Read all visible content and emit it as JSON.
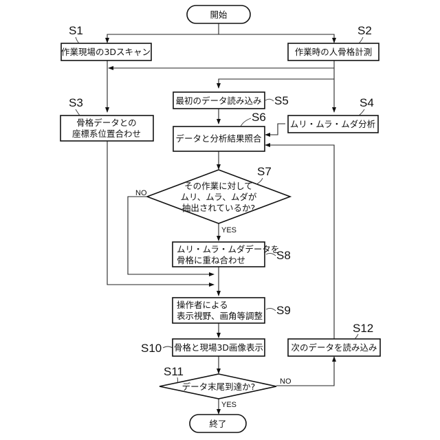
{
  "nodes": {
    "start": {
      "text": "開始"
    },
    "end": {
      "text": "終了"
    },
    "s1": {
      "label": "S1",
      "lines": [
        "作業現場の3Dスキャン"
      ]
    },
    "s2": {
      "label": "S2",
      "lines": [
        "作業時の人骨格計測"
      ]
    },
    "s3": {
      "label": "S3",
      "lines": [
        "骨格データとの",
        "座標系位置合わせ"
      ]
    },
    "s4": {
      "label": "S4",
      "lines": [
        "ムリ・ムラ・ムダ分析"
      ]
    },
    "s5": {
      "label": "S5",
      "lines": [
        "最初のデータ読み込み"
      ]
    },
    "s6": {
      "label": "S6",
      "lines": [
        "データと分析結果照合"
      ]
    },
    "s7": {
      "label": "S7",
      "lines": [
        "その作業に対して",
        "ムリ、ムラ、ムダが",
        "抽出されているか?"
      ]
    },
    "s8": {
      "label": "S8",
      "lines": [
        "ムリ・ムラ・ムダデータを",
        "骨格に重ね合わせ"
      ]
    },
    "s9": {
      "label": "S9",
      "lines": [
        "操作者による",
        "表示視野、画角等調整"
      ]
    },
    "s10": {
      "label": "S10",
      "lines": [
        "骨格と現場3D画像表示"
      ]
    },
    "s11": {
      "label": "S11",
      "lines": [
        "データ末尾到達か?"
      ]
    },
    "s12": {
      "label": "S12",
      "lines": [
        "次のデータを読み込み"
      ]
    }
  },
  "branches": {
    "s7_no": "NO",
    "s7_yes": "YES",
    "s11_no": "NO",
    "s11_yes": "YES"
  }
}
